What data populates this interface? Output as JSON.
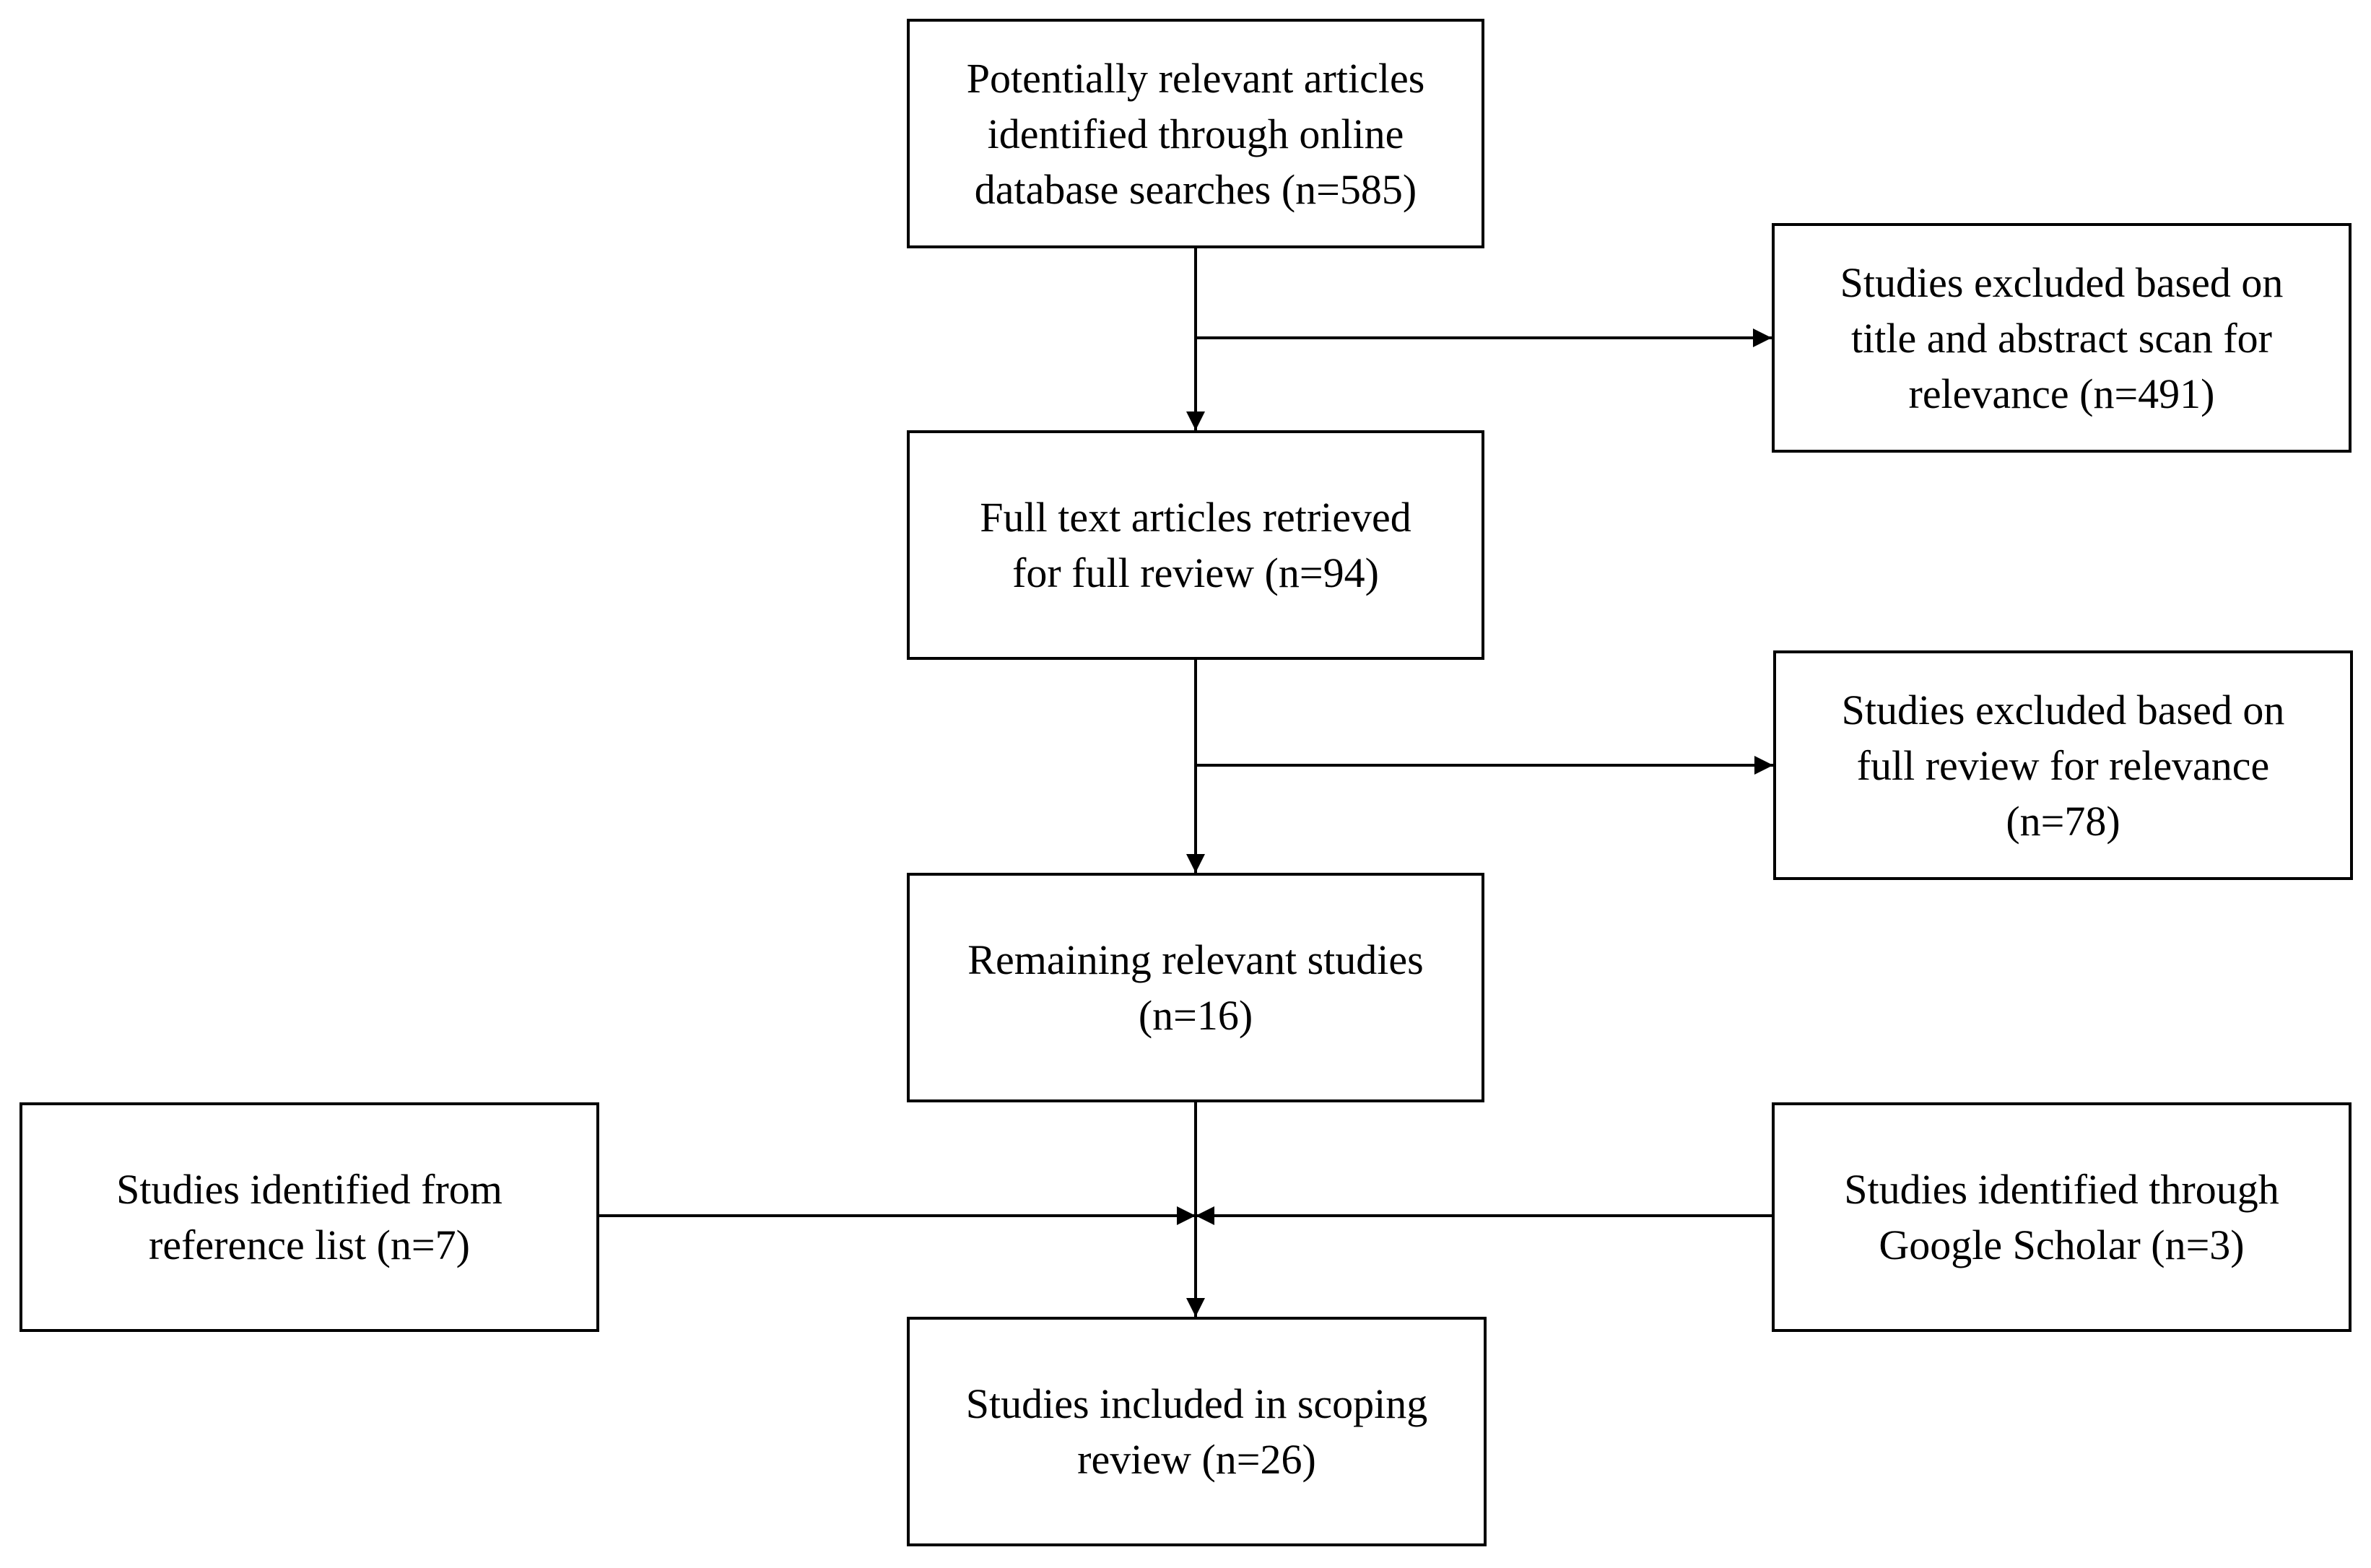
{
  "boxes": {
    "identified": "Potentially relevant articles\nidentified through online\ndatabase searches (n=585)",
    "excluded_title_abstract": "Studies excluded based on\ntitle and abstract scan for\nrelevance (n=491)",
    "full_text": "Full text articles retrieved\nfor full review (n=94)",
    "excluded_full_review": "Studies excluded based on\nfull review for relevance\n(n=78)",
    "remaining": "Remaining relevant studies\n(n=16)",
    "reference_list": "Studies identified from\nreference list (n=7)",
    "google_scholar": "Studies identified through\nGoogle Scholar (n=3)",
    "included": "Studies included in scoping\nreview (n=26)"
  },
  "colors": {
    "line": "#000000",
    "background": "#ffffff"
  }
}
